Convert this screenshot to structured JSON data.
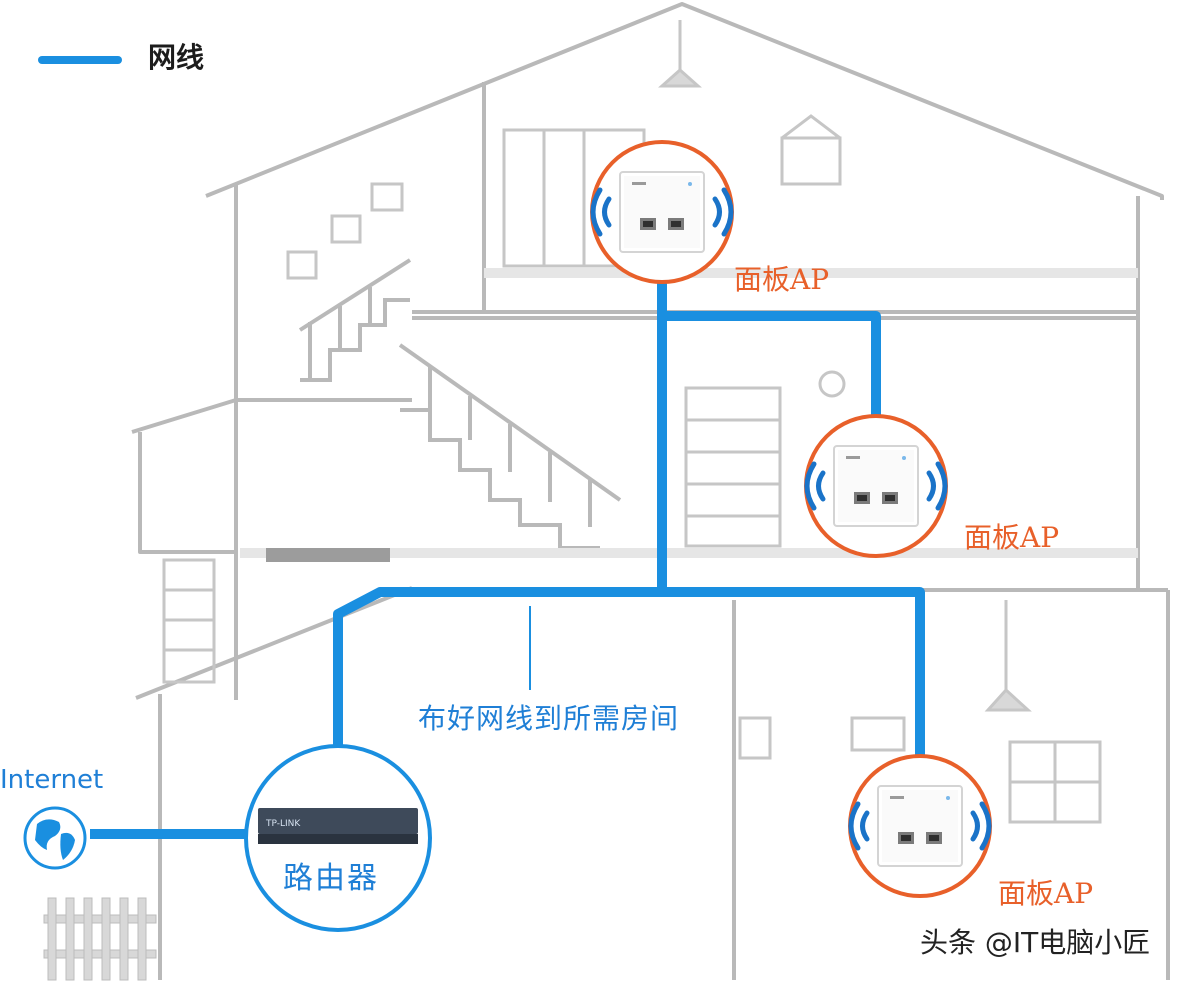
{
  "legend": {
    "label": "网线",
    "color": "#1a8fe0"
  },
  "callout": {
    "text": "布好网线到所需房间"
  },
  "internet": {
    "label": "Internet",
    "icon": "globe-icon"
  },
  "router": {
    "label": "路由器",
    "device_brand": "TP-LINK"
  },
  "access_points": [
    {
      "label": "面板AP"
    },
    {
      "label": "面板AP"
    },
    {
      "label": "面板AP"
    }
  ],
  "watermark": {
    "text": "头条 @IT电脑小匠"
  },
  "colors": {
    "cable": "#1a8fe0",
    "ap_ring": "#e8602a",
    "router_ring": "#1a8fe0",
    "house_line": "#b9b9b9",
    "wifi_wave": "#1a73c8"
  }
}
